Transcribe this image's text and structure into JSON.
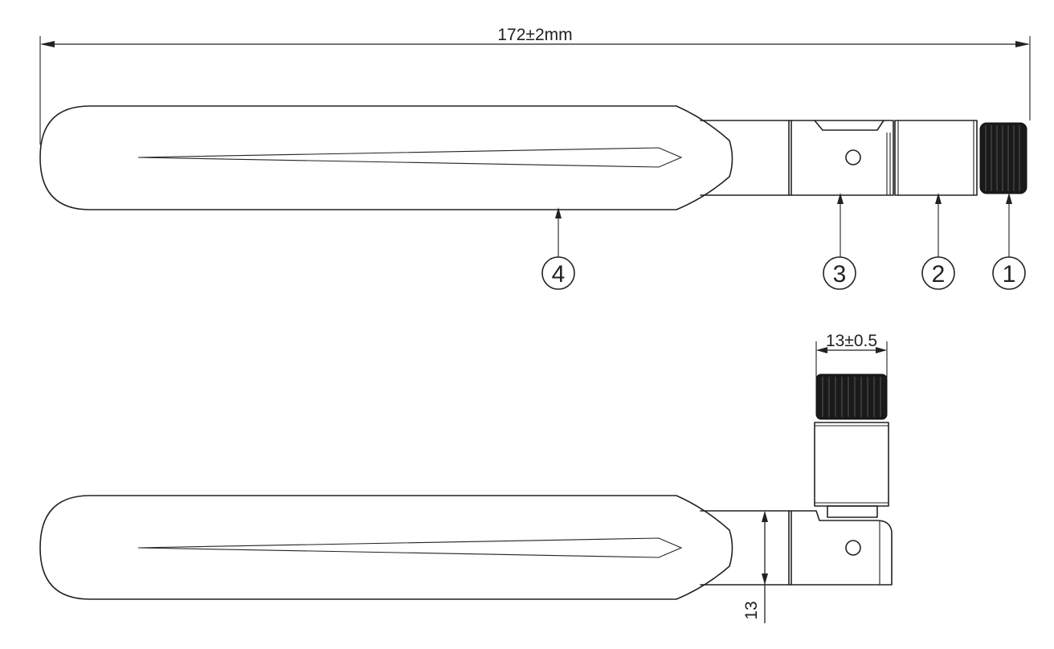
{
  "dimensions": {
    "overall_length": "172±2mm",
    "connector_width": "13±0.5",
    "height_offset": "13"
  },
  "callouts": [
    {
      "number": "1"
    },
    {
      "number": "2"
    },
    {
      "number": "3"
    },
    {
      "number": "4"
    }
  ],
  "colors": {
    "line": "#222222",
    "knurl": "#1a1a1a",
    "background": "#ffffff"
  }
}
